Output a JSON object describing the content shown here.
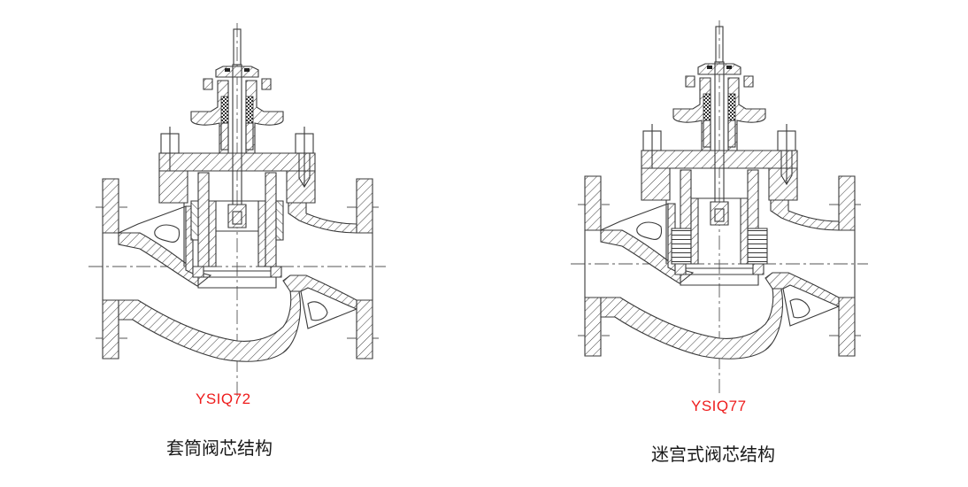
{
  "diagrams": [
    {
      "model": "YSIQ72",
      "caption": "套筒阀芯结构",
      "cage_type": "sleeve"
    },
    {
      "model": "YSIQ77",
      "caption": "迷宫式阀芯结构",
      "cage_type": "labyrinth"
    }
  ],
  "colors": {
    "model_label": "#ee1c1c",
    "caption": "#1a1a1a",
    "drawing_line": "#3a3a3a"
  }
}
